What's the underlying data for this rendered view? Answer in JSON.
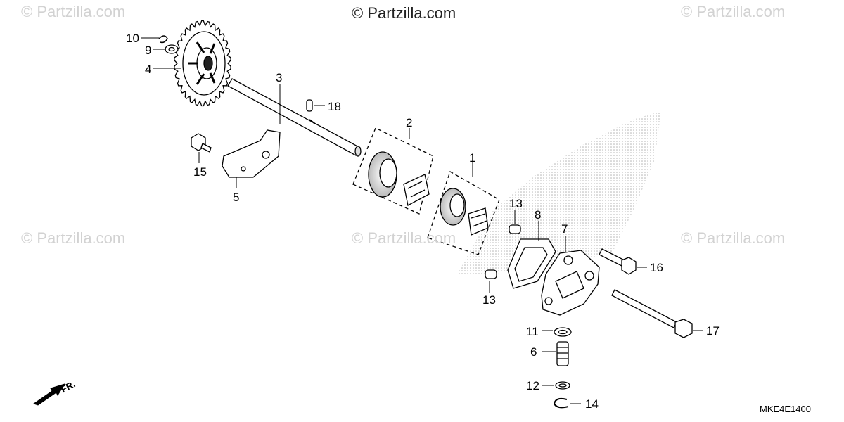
{
  "watermarks": {
    "main": "© Partzilla.com",
    "tiled": "© Partzilla.com"
  },
  "callouts": [
    "1",
    "2",
    "3",
    "4",
    "5",
    "6",
    "7",
    "8",
    "9",
    "10",
    "11",
    "12",
    "13",
    "13",
    "14",
    "15",
    "16",
    "17",
    "18"
  ],
  "direction_marker": "FR.",
  "diagram_code": "MKE4E1400",
  "colors": {
    "line": "#000000",
    "watermark": "#d2d2d2",
    "halftone": "#9a9a9a"
  }
}
